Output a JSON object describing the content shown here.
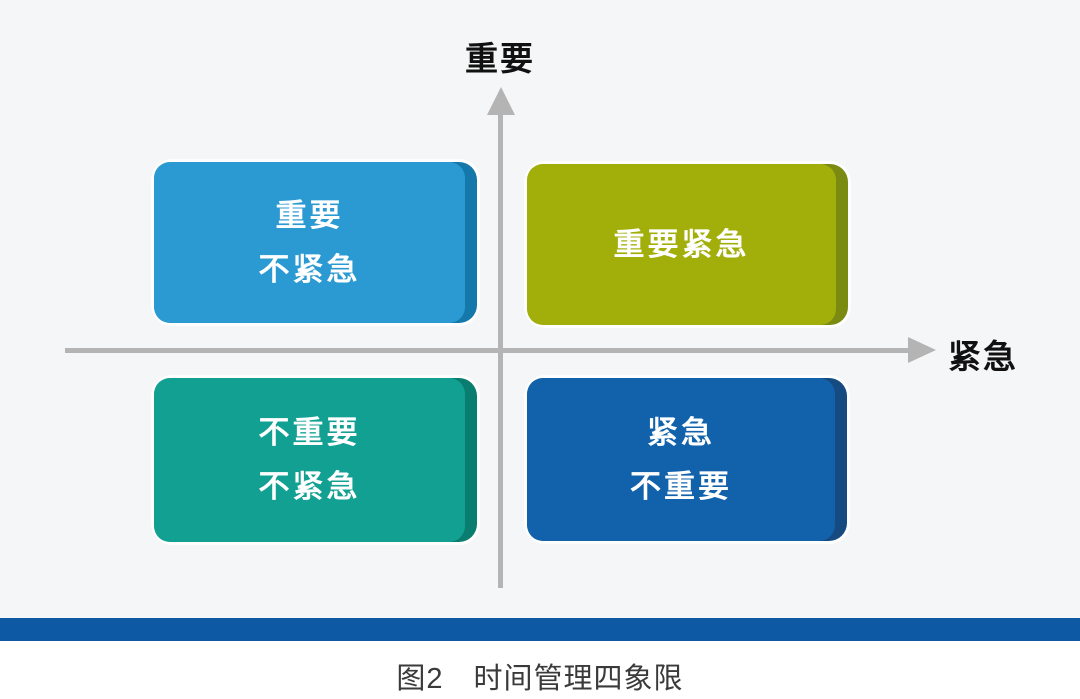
{
  "figure": {
    "caption": "图2　时间管理四象限"
  },
  "axes": {
    "y_axis_label": "重要",
    "x_axis_label": "紧急",
    "axis_color": "#b4b4b4"
  },
  "quadrants": {
    "top_left": {
      "lines": [
        "重要",
        "不紧急"
      ],
      "face_color": "#2b9ad3",
      "edge_color": "#1478ab"
    },
    "top_right": {
      "lines": [
        "重要紧急"
      ],
      "face_color": "#a2af0b",
      "edge_color": "#7b8a10"
    },
    "bottom_left": {
      "lines": [
        "不重要",
        "不紧急"
      ],
      "face_color": "#12a093",
      "edge_color": "#0a7d71"
    },
    "bottom_right": {
      "lines": [
        "紧急",
        "不重要"
      ],
      "face_color": "#1161ab",
      "edge_color": "#164b82"
    }
  },
  "divider_bar": {
    "color": "#0d59a4"
  }
}
